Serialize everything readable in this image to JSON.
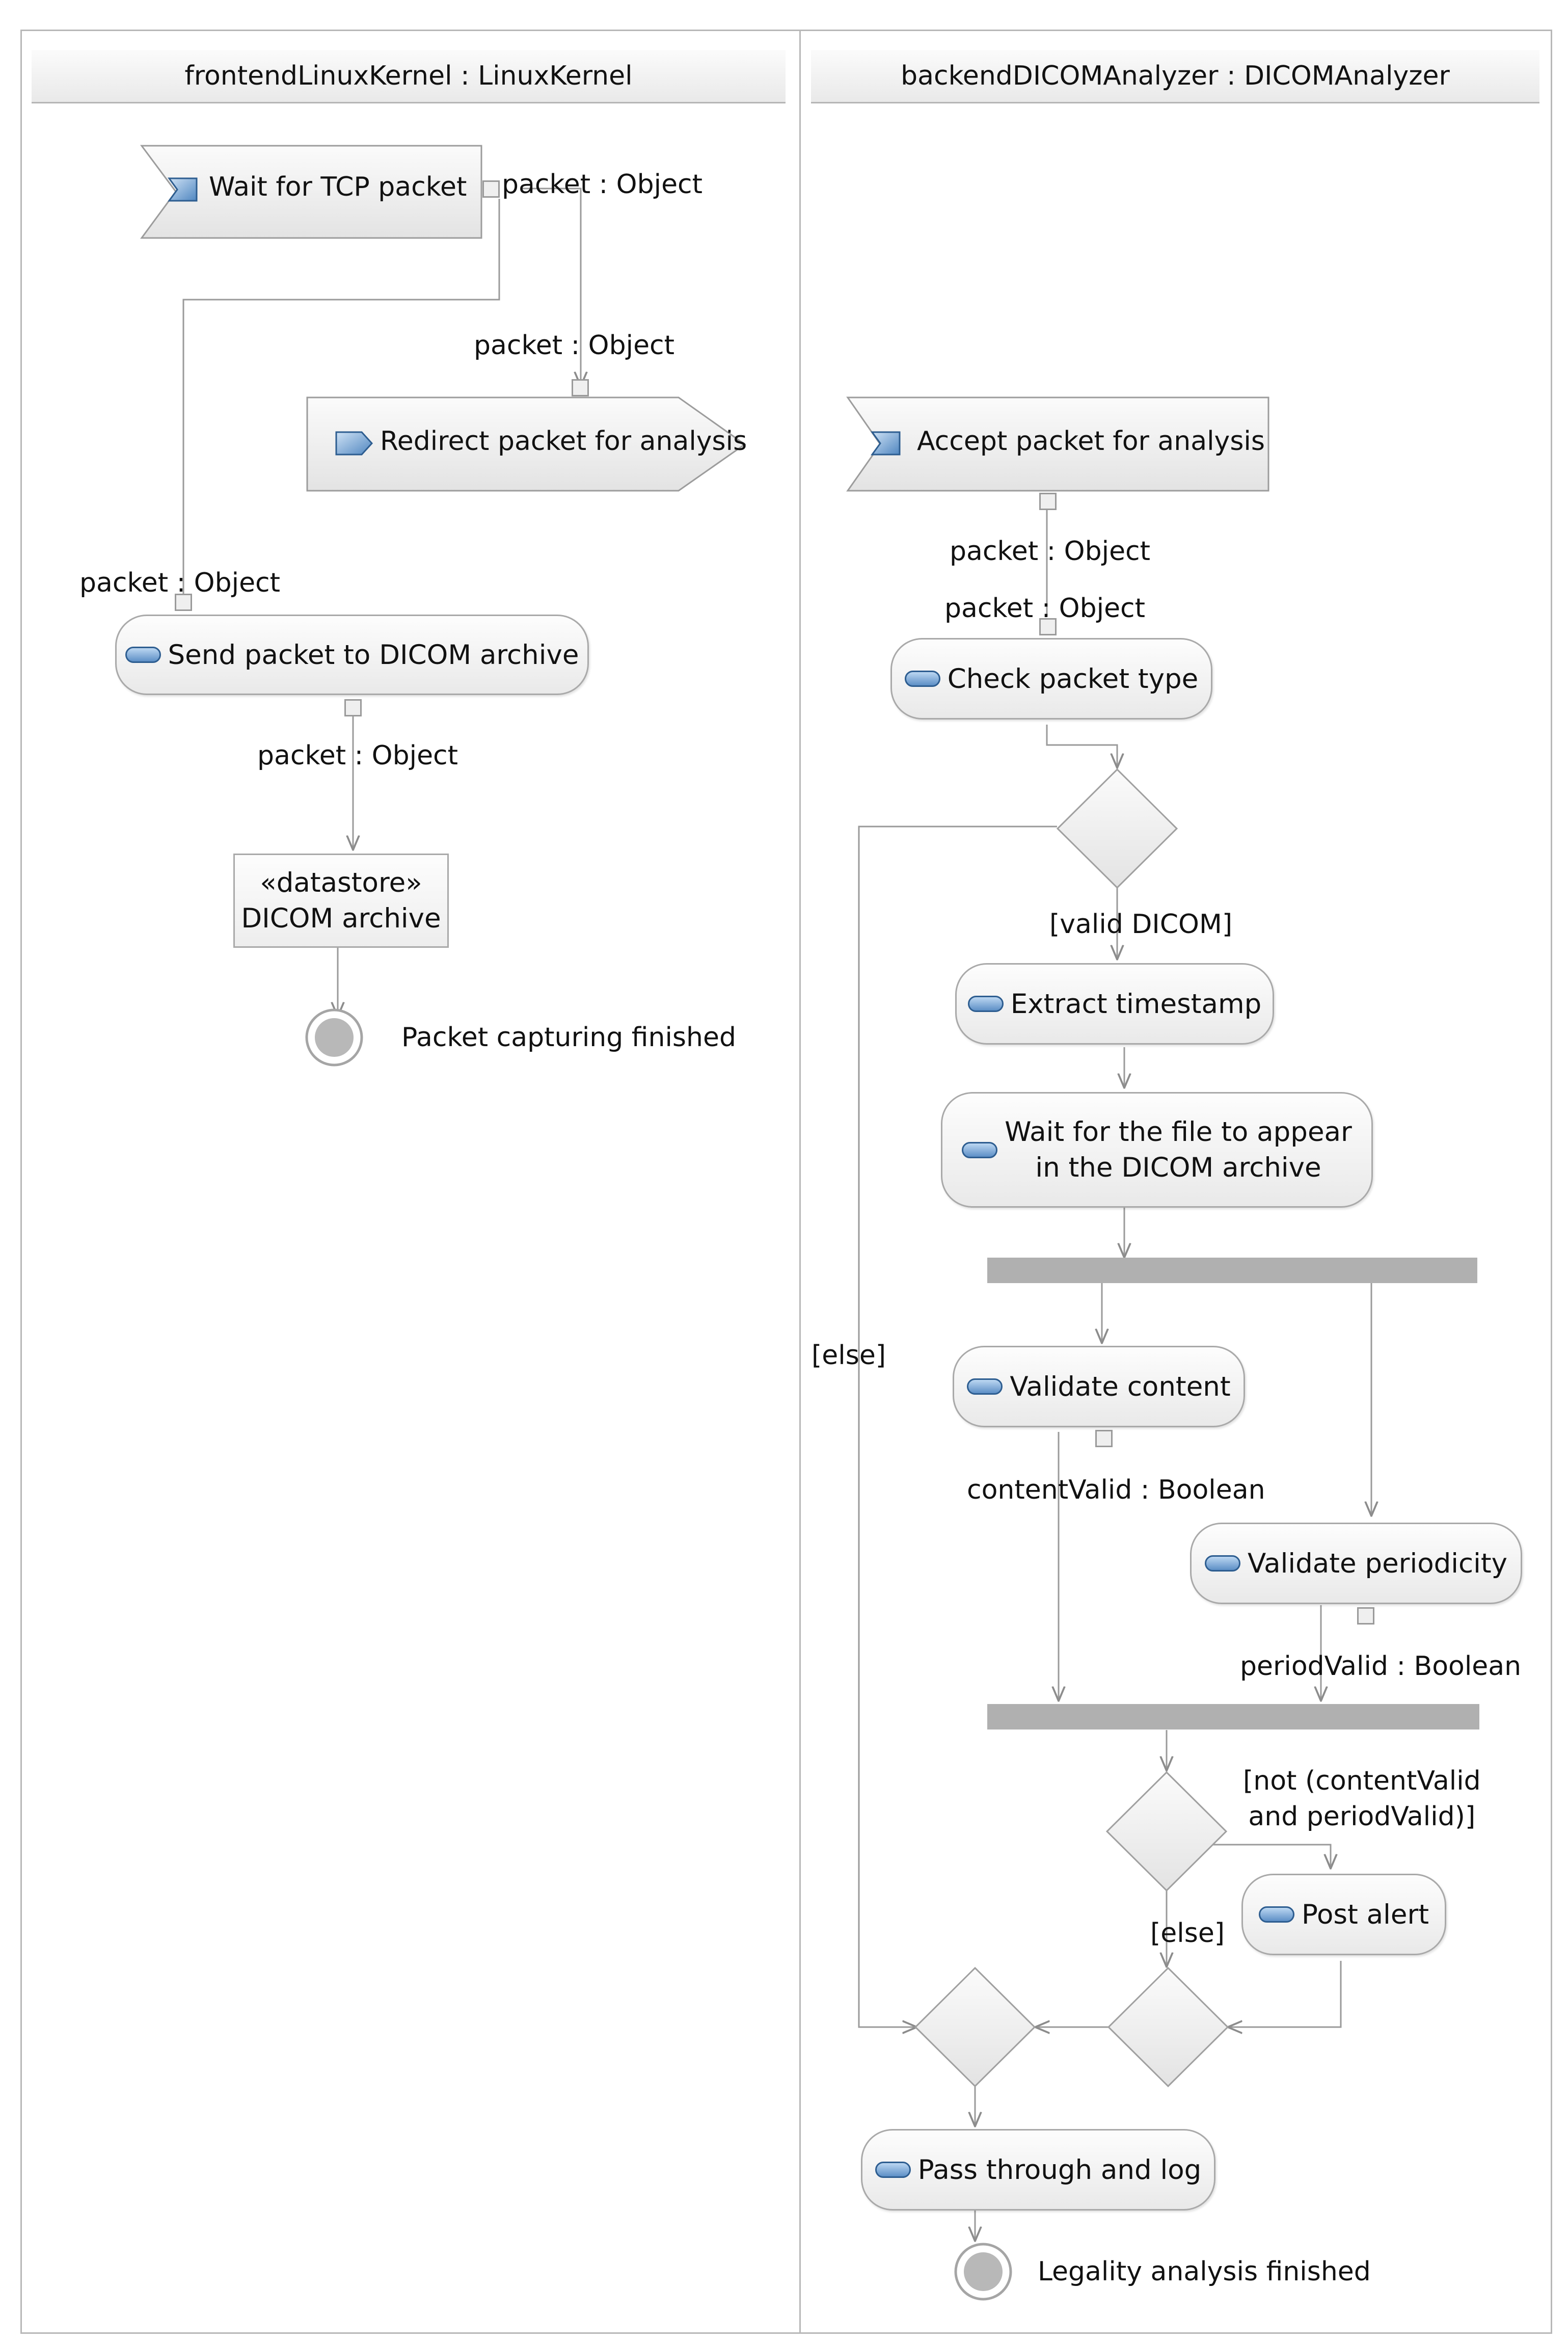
{
  "lanes": {
    "left": "frontendLinuxKernel : LinuxKernel",
    "right": "backendDICOMAnalyzer : DICOMAnalyzer"
  },
  "nodes": {
    "wait_tcp": "Wait for TCP packet",
    "redirect": "Redirect packet for analysis",
    "send_archive": "Send packet to DICOM archive",
    "datastore_stereotype": "«datastore»",
    "datastore_name": "DICOM archive",
    "capture_finished": "Packet capturing finished",
    "accept": "Accept packet for analysis",
    "check_type": "Check packet type",
    "extract_ts": "Extract timestamp",
    "wait_file_1": "Wait for the file to appear",
    "wait_file_2": "in the DICOM archive",
    "validate_content": "Validate content",
    "validate_periodicity": "Validate periodicity",
    "post_alert": "Post alert",
    "pass_log": "Pass through and log",
    "legality_finished": "Legality analysis finished"
  },
  "labels": {
    "pin_packet": "packet : Object",
    "content_valid": "contentValid : Boolean",
    "period_valid": "periodValid : Boolean",
    "guard_valid": "[valid DICOM]",
    "guard_else": "[else]",
    "guard_not_1": "[not (contentValid",
    "guard_not_2": "and periodValid)]"
  }
}
